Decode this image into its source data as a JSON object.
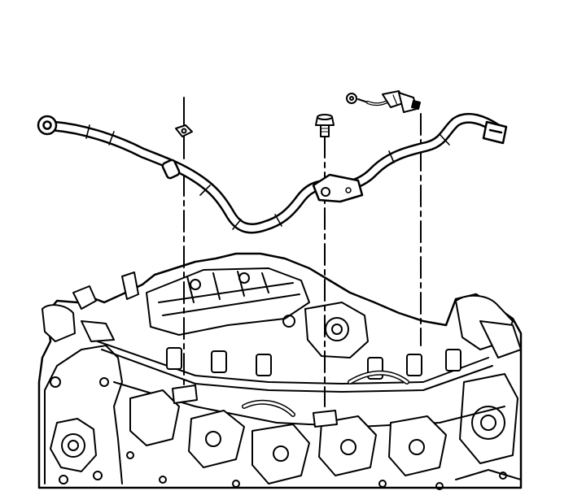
{
  "diagram": {
    "kind": "exploded-assembly line drawing",
    "colors": {
      "ink": "#000000",
      "paper": "#ffffff"
    },
    "parts": [
      {
        "name": "wiring-harness",
        "icon": "harness-icon"
      },
      {
        "name": "harness-clip-nut",
        "icon": "nut-icon"
      },
      {
        "name": "mounting-bolt",
        "icon": "bolt-icon"
      },
      {
        "name": "sensor-connector",
        "icon": "connector-icon"
      },
      {
        "name": "engine-assembly",
        "icon": "engine-icon"
      }
    ]
  }
}
